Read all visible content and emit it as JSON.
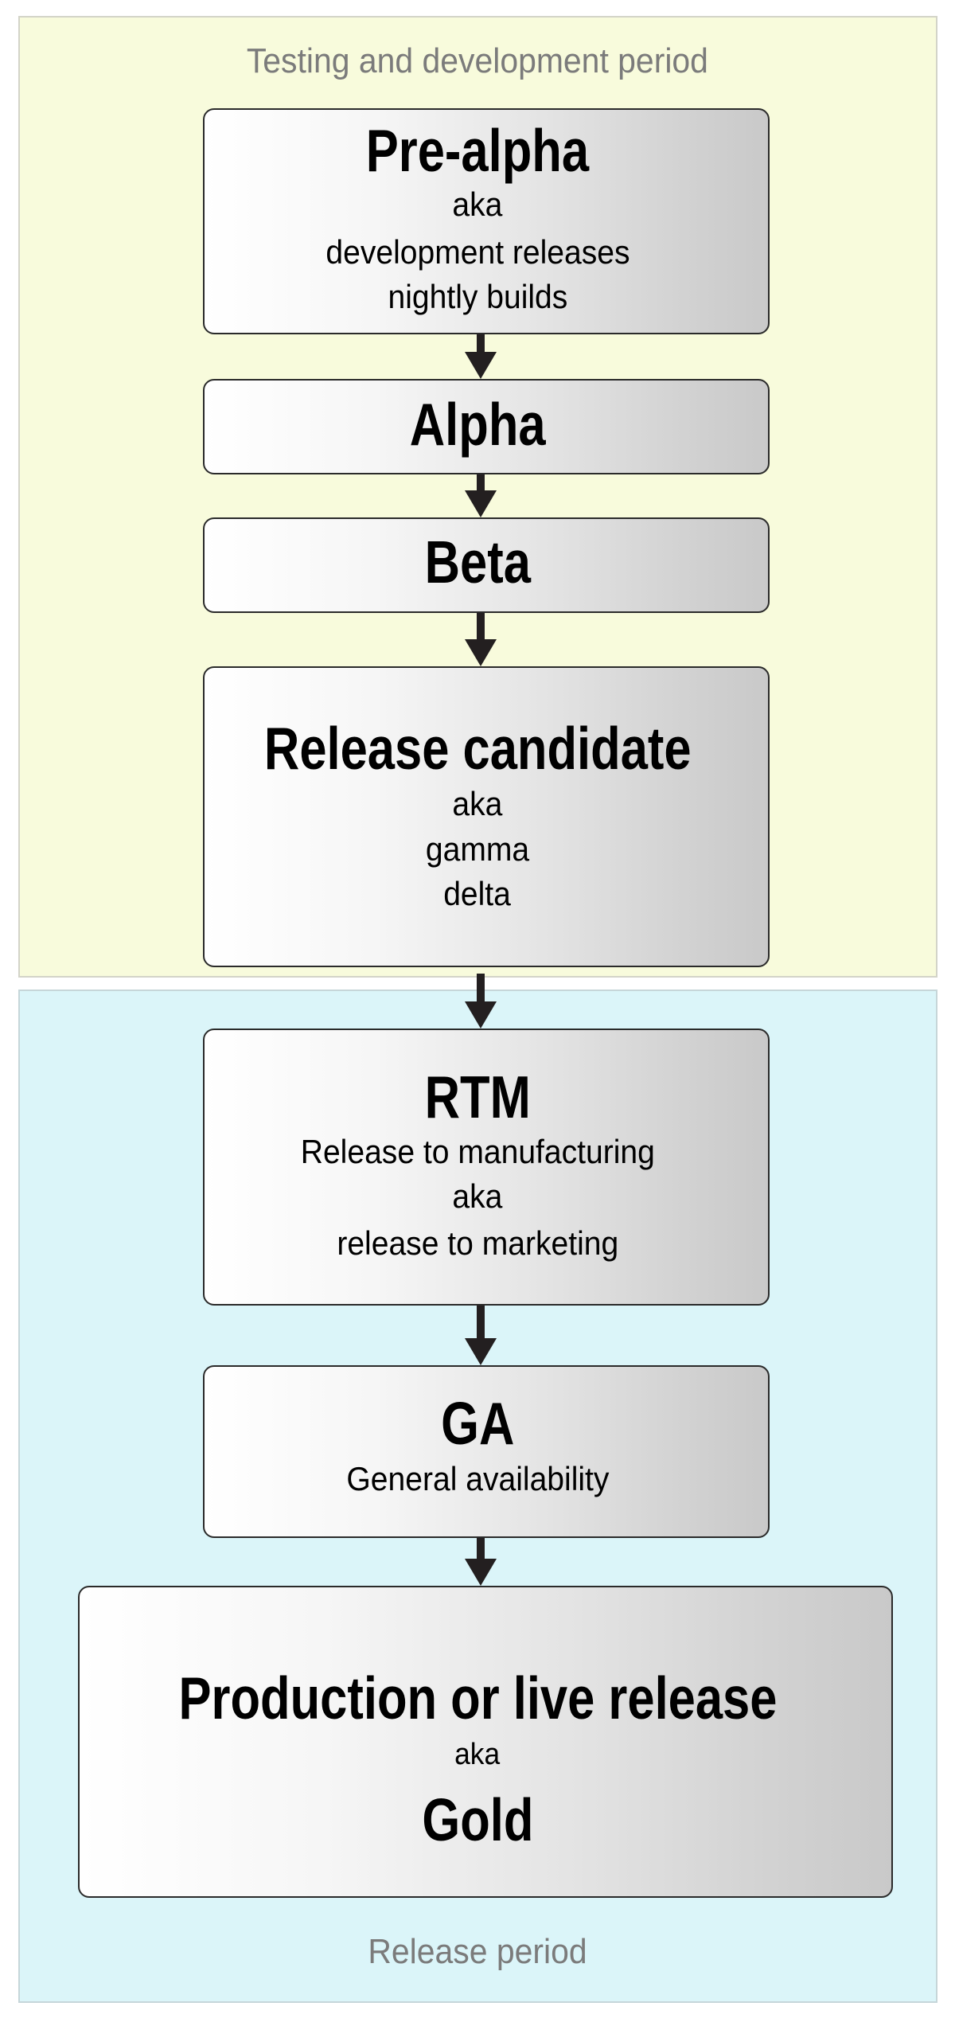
{
  "periods": {
    "testing": "Testing and development period",
    "release": "Release period"
  },
  "stages": {
    "pre_alpha": {
      "title": "Pre-alpha",
      "lines": [
        "aka",
        "development releases",
        "nightly builds"
      ]
    },
    "alpha": {
      "title": "Alpha"
    },
    "beta": {
      "title": "Beta"
    },
    "release_candidate": {
      "title": "Release candidate",
      "lines": [
        "aka",
        "gamma",
        "delta"
      ]
    },
    "rtm": {
      "title": "RTM",
      "lines": [
        "Release to manufacturing",
        "aka",
        "release to marketing"
      ]
    },
    "ga": {
      "title": "GA",
      "lines": [
        "General availability"
      ]
    },
    "production": {
      "title": "Production or live release",
      "aka": "aka",
      "alt_title": "Gold"
    }
  },
  "colors": {
    "testing_panel": "#f8fbdc",
    "release_panel": "#dbf5f9",
    "period_label": "#7b7b7b",
    "arrow": "#231f20"
  }
}
